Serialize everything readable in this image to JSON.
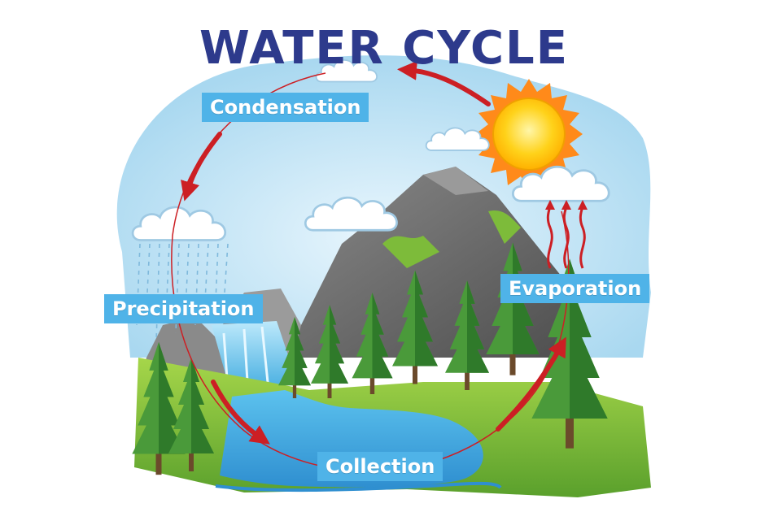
{
  "title": "WATER CYCLE",
  "stages": {
    "condensation": "Condensation",
    "precipitation": "Precipitation",
    "evaporation": "Evaporation",
    "collection": "Collection"
  },
  "colors": {
    "title": "#2d3a8c",
    "label_bg": "#4fb3e8",
    "arrow": "#cc1f24",
    "sky": "#bfe3f5",
    "water": "#3aa8de",
    "tree": "#4a9a3a",
    "mountain": "#6f6f6f",
    "sun": "#ffc20e"
  },
  "icons": [
    "sun-icon",
    "cloud-icon",
    "rain-icon",
    "heat-wave-icon",
    "tree-icon",
    "mountain-icon",
    "waterfall-icon"
  ]
}
